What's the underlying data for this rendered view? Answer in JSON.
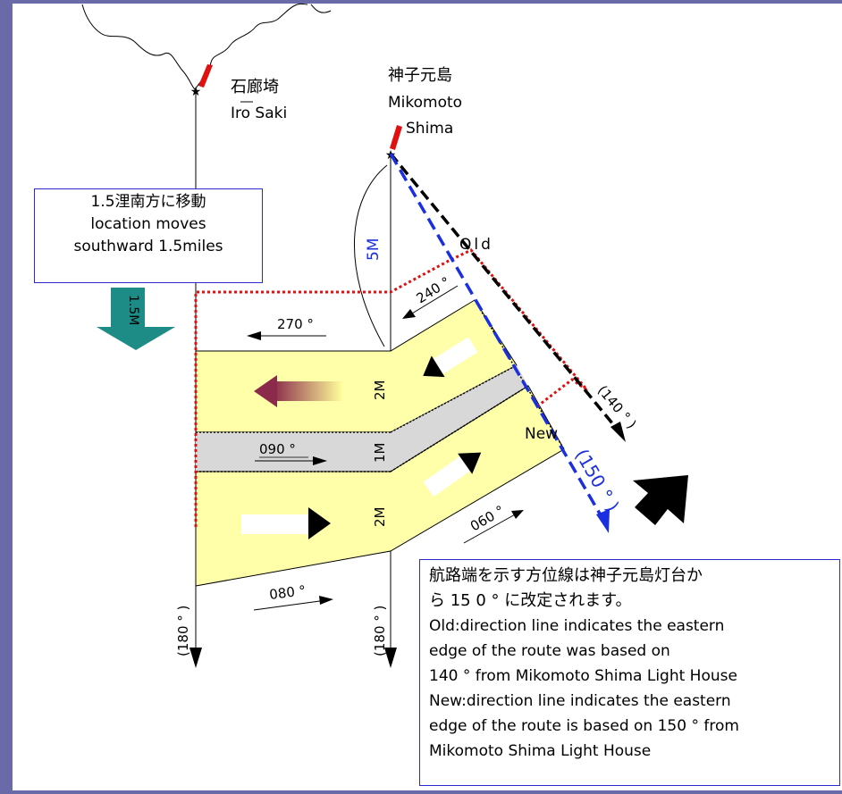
{
  "colors": {
    "frame": "#6a6aa8",
    "lane_fill": "#ffffaa",
    "separation_zone": "#d8d8d8",
    "old_line": "#000000",
    "new_line": "#1a2fe0",
    "dotted_boundary": "#e01010",
    "lighthouse_marker": "#e01010",
    "box_border": "#2a2ad0",
    "move_arrow": "#1e8c86",
    "westbound_arrow": "#8b2a4a"
  },
  "places": {
    "iro_saki_jp": "石廊埼",
    "iro_saki_en": "Iro Saki",
    "mikomoto_jp": "神子元島",
    "mikomoto_en_1": "Mikomoto",
    "mikomoto_en_2": "Shima"
  },
  "labels": {
    "five_m": "5M",
    "old": "Old",
    "new": "New",
    "bearing_140": "(140 ° )",
    "bearing_150": "(150 ° )",
    "shift": "1.5M",
    "dir_270": "270 °",
    "dir_240": "240 °",
    "dir_090": "090 °",
    "dir_060": "060 °",
    "dir_080": "080 °",
    "width_2m_top": "2M",
    "width_1m": "1M",
    "width_2m_bottom": "2M",
    "bearing_180_left": "(180 ° )",
    "bearing_180_right": "(180 ° )"
  },
  "move_box": {
    "line1": "1.5浬南方に移動",
    "line2": "location moves",
    "line3": "southward 1.5miles"
  },
  "note": {
    "jp1": "航路端を示す方位線は神子元島灯台か",
    "jp2": "ら 15 0 ° に改定されます。",
    "en1": "Old:direction line indicates the eastern",
    "en2": "edge of the route was based on",
    "en3": "140 ° from Mikomoto Shima Light House",
    "en4": "New:direction line indicates the eastern",
    "en5": "edge of the route is based on 150 ° from",
    "en6": "Mikomoto Shima Light House"
  }
}
